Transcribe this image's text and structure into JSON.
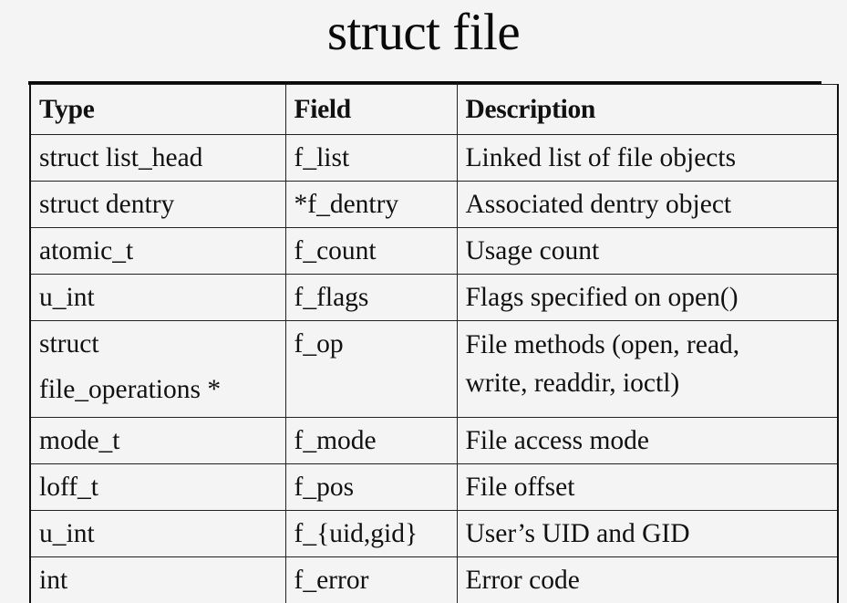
{
  "slide": {
    "title": "struct file"
  },
  "table": {
    "headers": {
      "type": "Type",
      "field": "Field",
      "description": "Description"
    },
    "rows": [
      {
        "type": "struct list_head",
        "field": "f_list",
        "description": "Linked list of file objects"
      },
      {
        "type": "struct dentry",
        "field": "*f_dentry",
        "description": "Associated dentry object"
      },
      {
        "type": "atomic_t",
        "field": "f_count",
        "description": "Usage count"
      },
      {
        "type": "u_int",
        "field": "f_flags",
        "description": "Flags specified on open()"
      },
      {
        "type_line1": "struct",
        "type_line2": "file_operations *",
        "field": "f_op",
        "description_line1": "File methods (open, read,",
        "description_line2": "write, readdir, ioctl)"
      },
      {
        "type": "mode_t",
        "field": "f_mode",
        "description": "File access mode"
      },
      {
        "type": "loff_t",
        "field": "f_pos",
        "description": "File offset"
      },
      {
        "type": "u_int",
        "field": "f_{uid,gid}",
        "description": "User’s UID and GID"
      },
      {
        "type": "int",
        "field": "f_error",
        "description": "Error code"
      }
    ]
  }
}
